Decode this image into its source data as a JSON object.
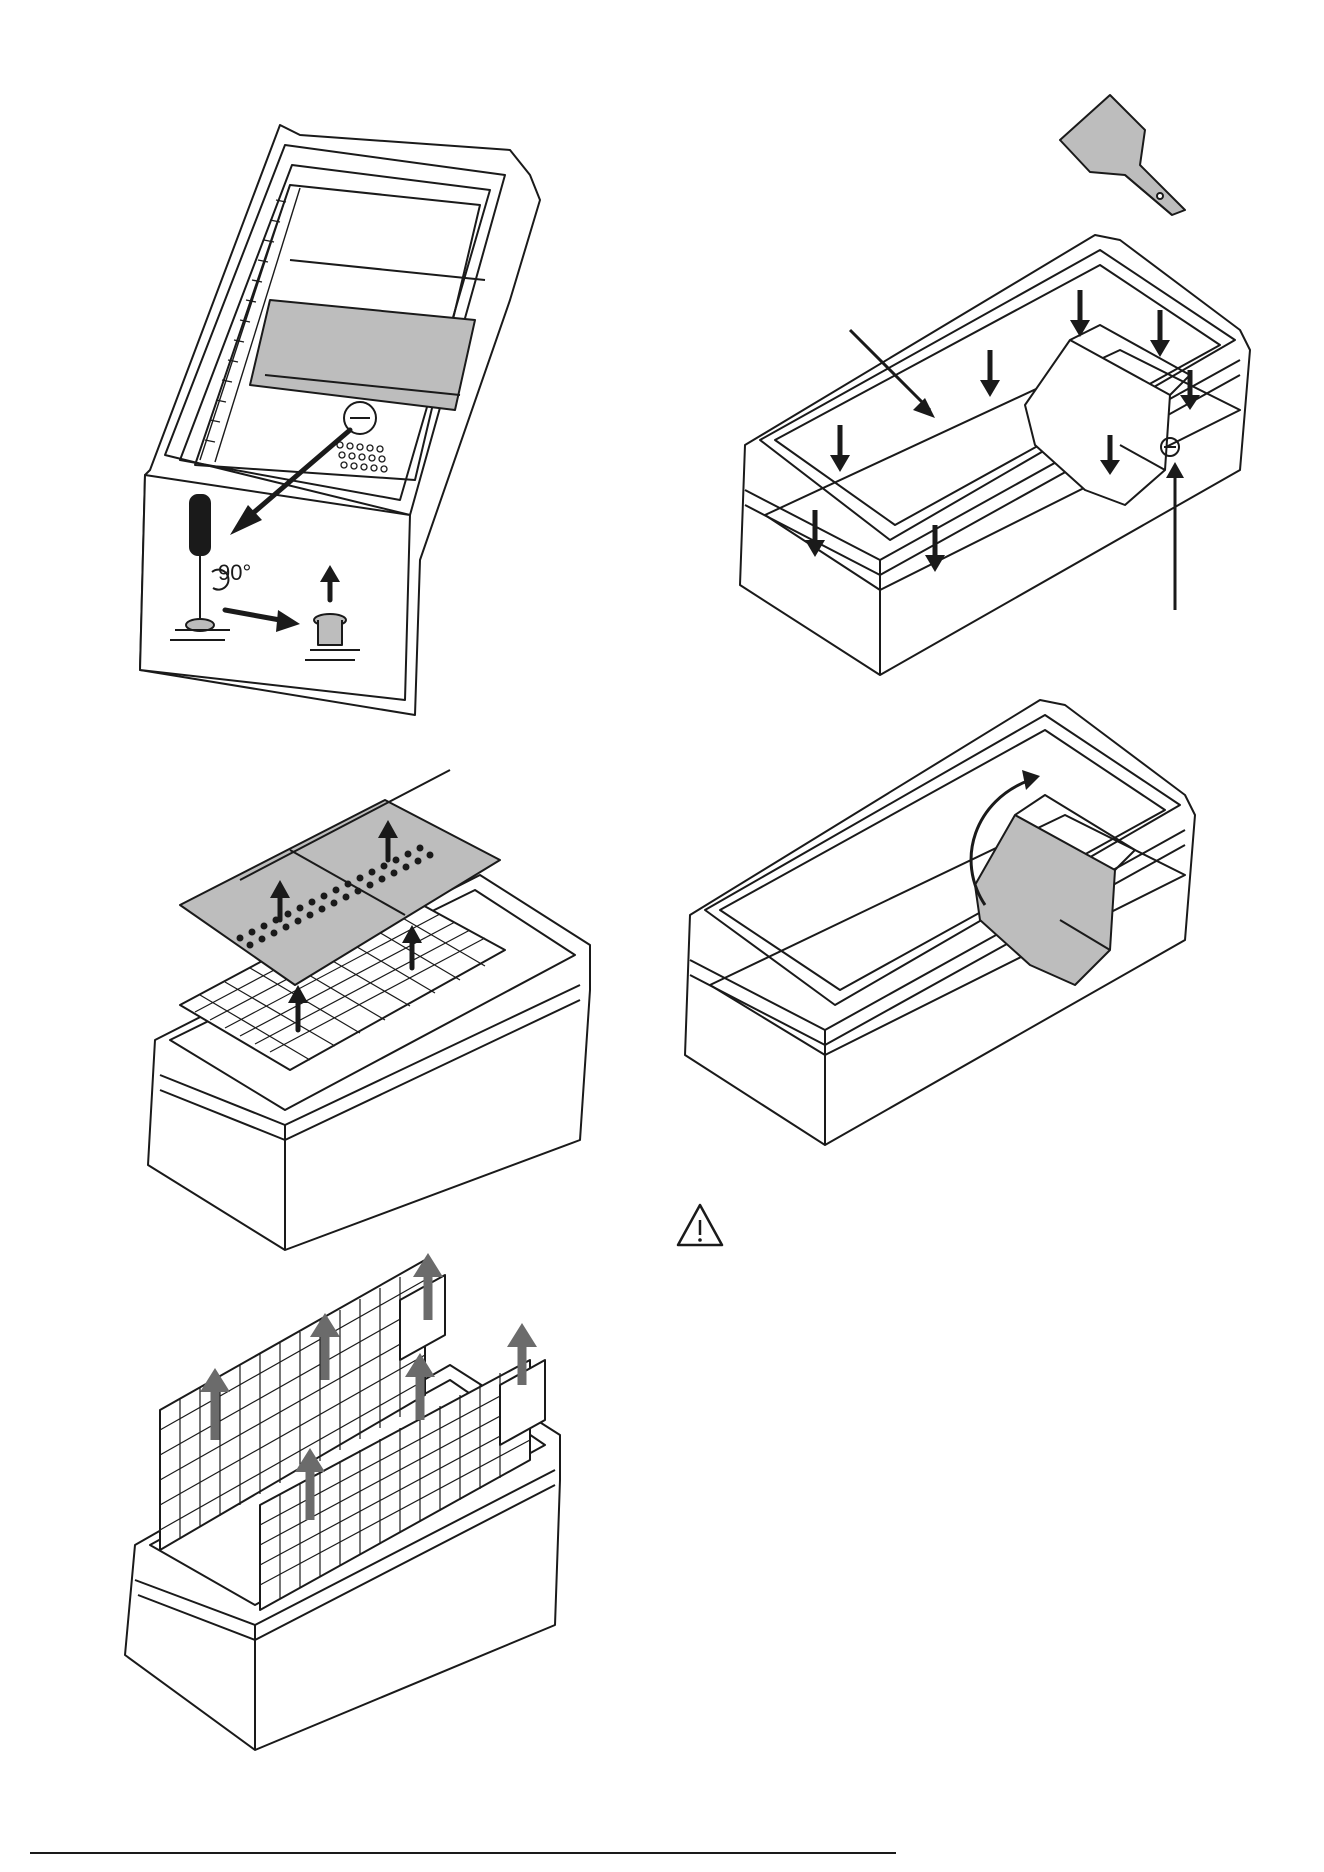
{
  "document": {
    "illustrations": [
      {
        "id": "fig1",
        "description_key": "remove-plug",
        "angle_label": "90°"
      },
      {
        "id": "fig2",
        "description_key": "lift-cover-and-grid"
      },
      {
        "id": "fig3",
        "description_key": "lift-wire-dividers"
      },
      {
        "id": "fig4",
        "description_key": "press-liner-with-scraper"
      },
      {
        "id": "fig5",
        "description_key": "rotate-compressor-cover"
      }
    ],
    "warning_symbol": "warning-triangle-icon",
    "colors": {
      "line": "#1a1a1a",
      "fill_gray": "#bdbdbd",
      "arrow_gray": "#6b6b6b"
    }
  }
}
